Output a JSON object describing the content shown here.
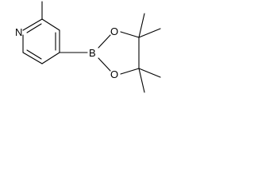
{
  "molecule": {
    "atoms": {
      "n1": "N",
      "b1": "B",
      "o1": "O",
      "o2": "O"
    }
  }
}
